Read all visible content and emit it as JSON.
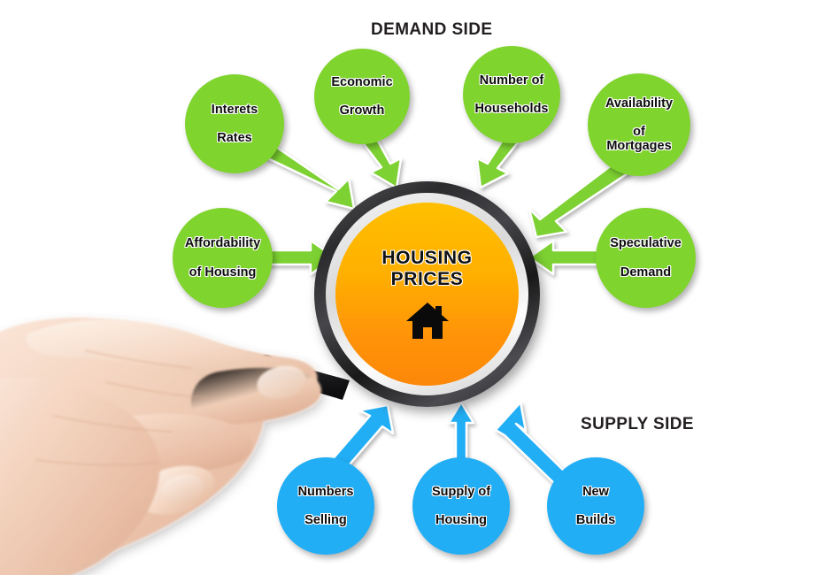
{
  "diagram": {
    "title": "Housing Prices demand and supply factors diagram",
    "demand_label": "DEMAND SIDE",
    "supply_label": "SUPPLY SIDE",
    "center": {
      "title_line1": "HOUSING",
      "title_line2": "PRICES",
      "icon": "house-icon",
      "lens_color_top": "#ffbf00",
      "lens_color_bottom": "#fd8709",
      "rim_color": "#2b2b2e",
      "ring_color": "#e6e6e6"
    },
    "colors": {
      "demand_node": "#80d42e",
      "supply_node": "#22aef5",
      "demand_arrow": "#7dd131",
      "supply_arrow": "#22aef5",
      "text": "#0d0d0d",
      "background": "#ffffff"
    },
    "demand_nodes": [
      {
        "id": "interest-rates",
        "line1": "Interets",
        "line2": "Rates"
      },
      {
        "id": "economic-growth",
        "line1": "Economic",
        "line2": "Growth"
      },
      {
        "id": "number-of-households",
        "line1": "Number of",
        "line2": "Households"
      },
      {
        "id": "availability-of-mortgages",
        "line1": "Availability",
        "line2": "of Mortgages"
      },
      {
        "id": "affordability-of-housing",
        "line1": "Affordability",
        "line2": "of Housing"
      },
      {
        "id": "speculative-demand",
        "line1": "Speculative",
        "line2": "Demand"
      }
    ],
    "supply_nodes": [
      {
        "id": "numbers-selling",
        "line1": "Numbers",
        "line2": "Selling"
      },
      {
        "id": "supply-of-housing",
        "line1": "Supply of",
        "line2": "Housing"
      },
      {
        "id": "new-builds",
        "line1": "New",
        "line2": "Builds"
      }
    ],
    "hand": {
      "description": "photograph of a hand gripping the magnifier handle"
    }
  }
}
